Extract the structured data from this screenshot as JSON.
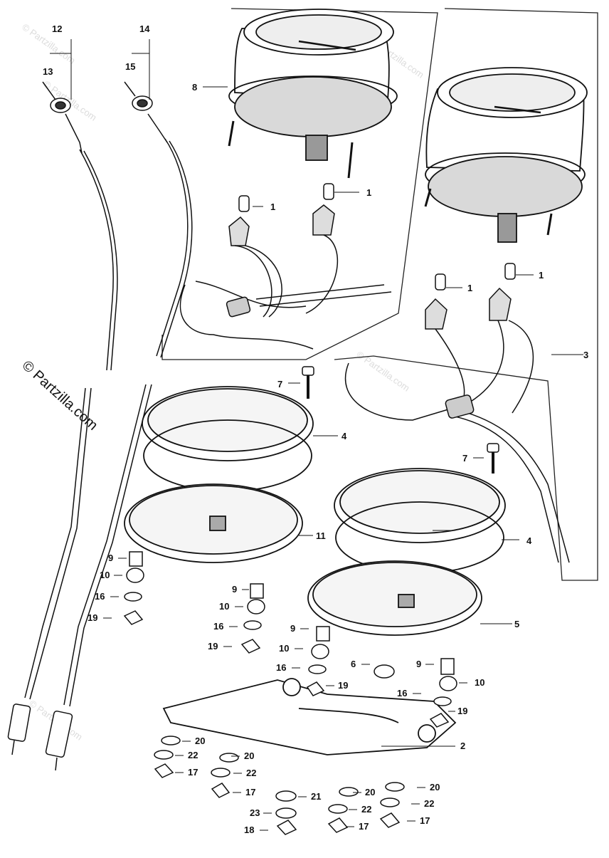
{
  "watermark": {
    "brand": "© Partzilla.com",
    "side_text": "© Partzilla.com"
  },
  "callouts": {
    "c1": "1",
    "c2": "2",
    "c3": "3",
    "c4": "4",
    "c5": "5",
    "c6": "6",
    "c7": "7",
    "c8": "8",
    "c9": "9",
    "c10": "10",
    "c11": "11",
    "c12": "12",
    "c13": "13",
    "c14": "14",
    "c15": "15",
    "c16": "16",
    "c17": "17",
    "c18": "18",
    "c19": "19",
    "c20": "20",
    "c21": "21",
    "c22": "22",
    "c23": "23"
  }
}
